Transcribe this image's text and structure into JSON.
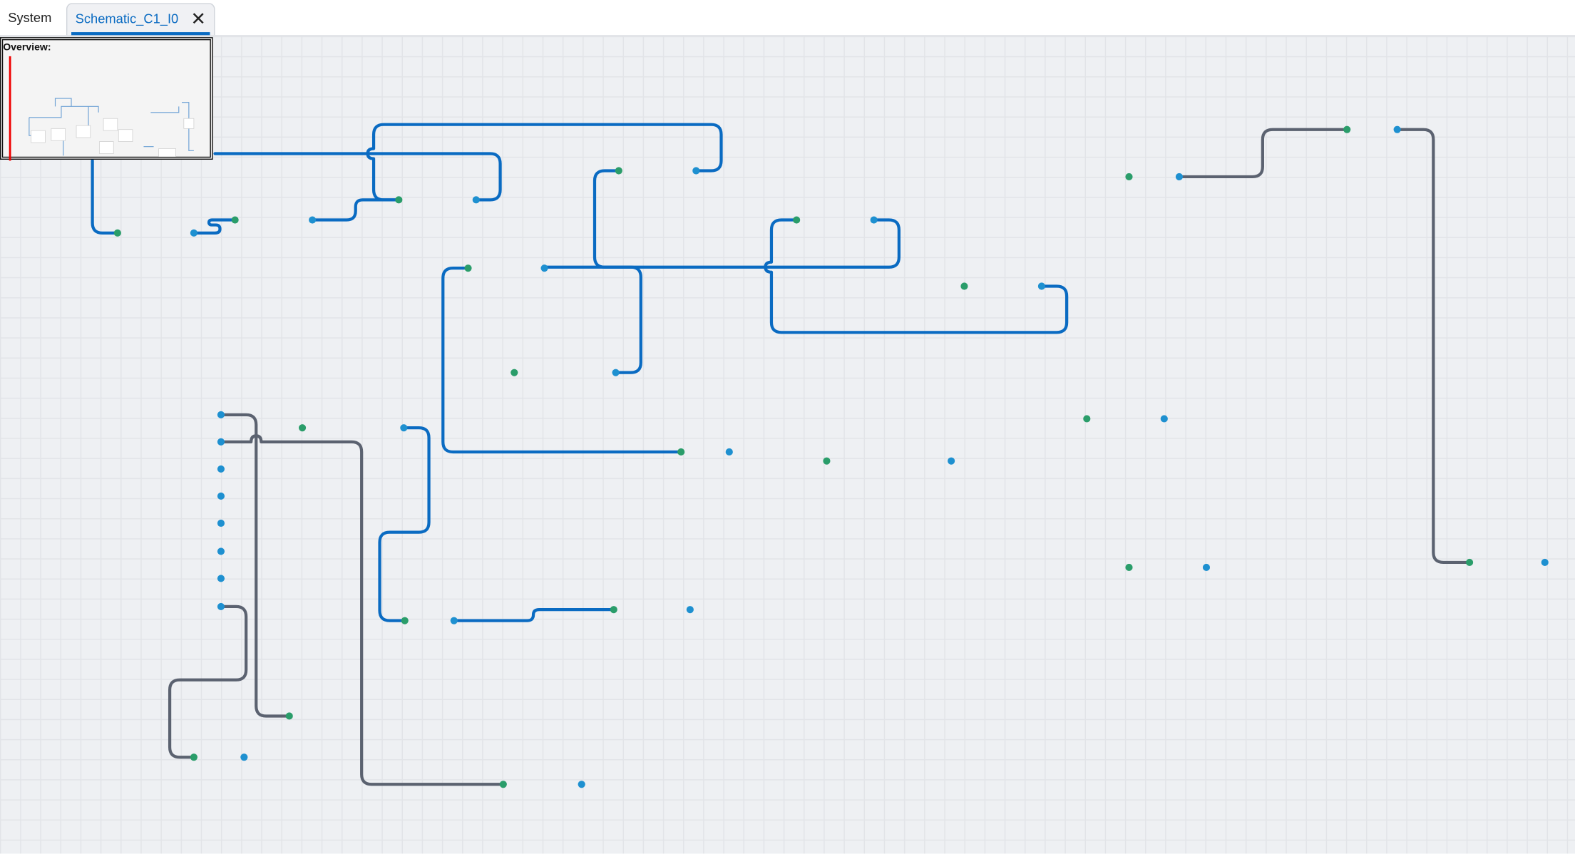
{
  "tabs": [
    {
      "label": "System",
      "active": false
    },
    {
      "label": "Schematic_C1_I0",
      "active": true
    }
  ],
  "overview": {
    "label": "Overview:"
  },
  "colors": {
    "accent": "#0a6bc2",
    "wire_blue": "#0a6bc2",
    "wire_gray": "#5b6270",
    "port_output": "#2a9d6a",
    "port_input": "#1e90d0"
  }
}
